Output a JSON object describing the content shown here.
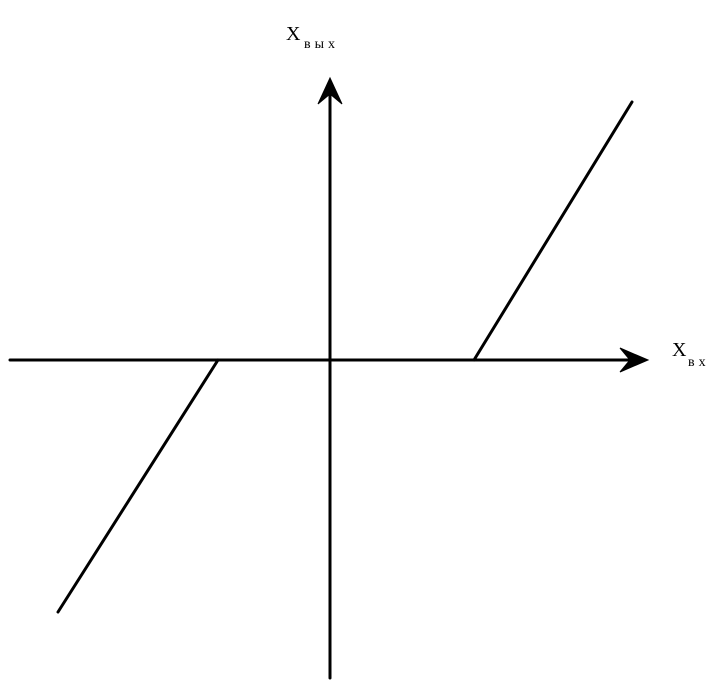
{
  "diagram": {
    "type": "dead-zone static characteristic",
    "y_axis_label": {
      "main": "X",
      "subscript": "вых"
    },
    "x_axis_label": {
      "main": "X",
      "subscript": "вх"
    },
    "colors": {
      "line": "#000000",
      "background": "#ffffff"
    }
  }
}
